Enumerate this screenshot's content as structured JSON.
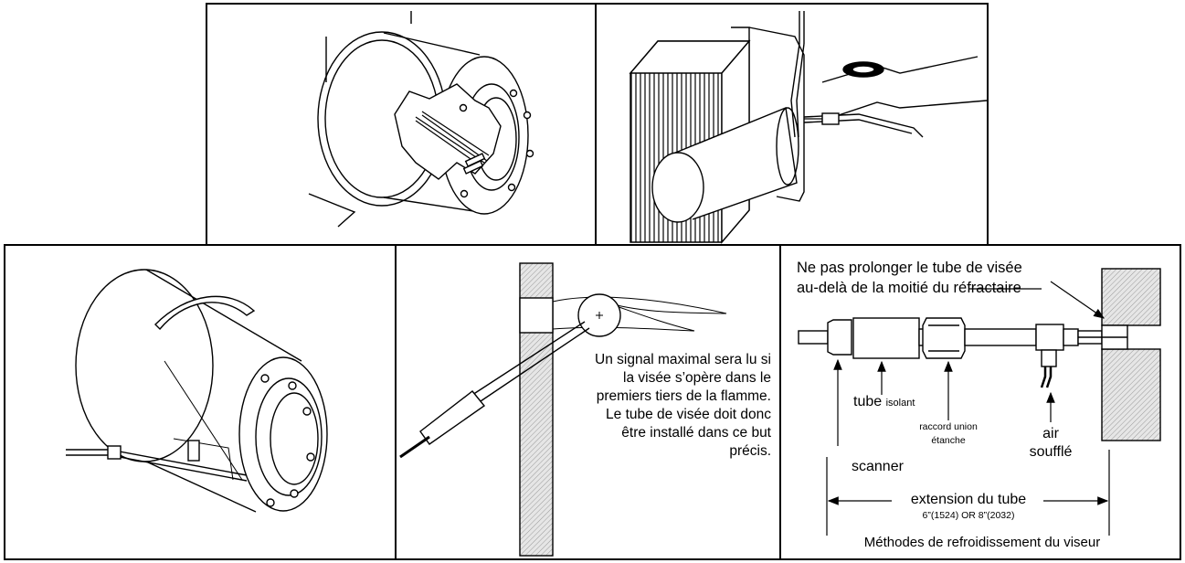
{
  "panel5": {
    "flame_note": "Un signal maximal sera lu si la visée s’opère dans le premiers tiers de la flamme. Le tube de visée doit donc être installé dans ce but précis."
  },
  "panel6": {
    "warning_line1": "Ne pas prolonger le tube de visée",
    "warning_line2": "au-delà de la moitié du réfractaire",
    "tube_label": "tube",
    "tube_sub": "isolant",
    "union_line1": "raccord union",
    "union_line2": "étanche",
    "air_line1": "air",
    "air_line2": "soufflé",
    "scanner_label": "scanner",
    "extension_label": "extension du tube",
    "extension_dims": "6”(1524) OR 8”(2032)",
    "caption": "Méthodes de refroidissement du viseur"
  }
}
